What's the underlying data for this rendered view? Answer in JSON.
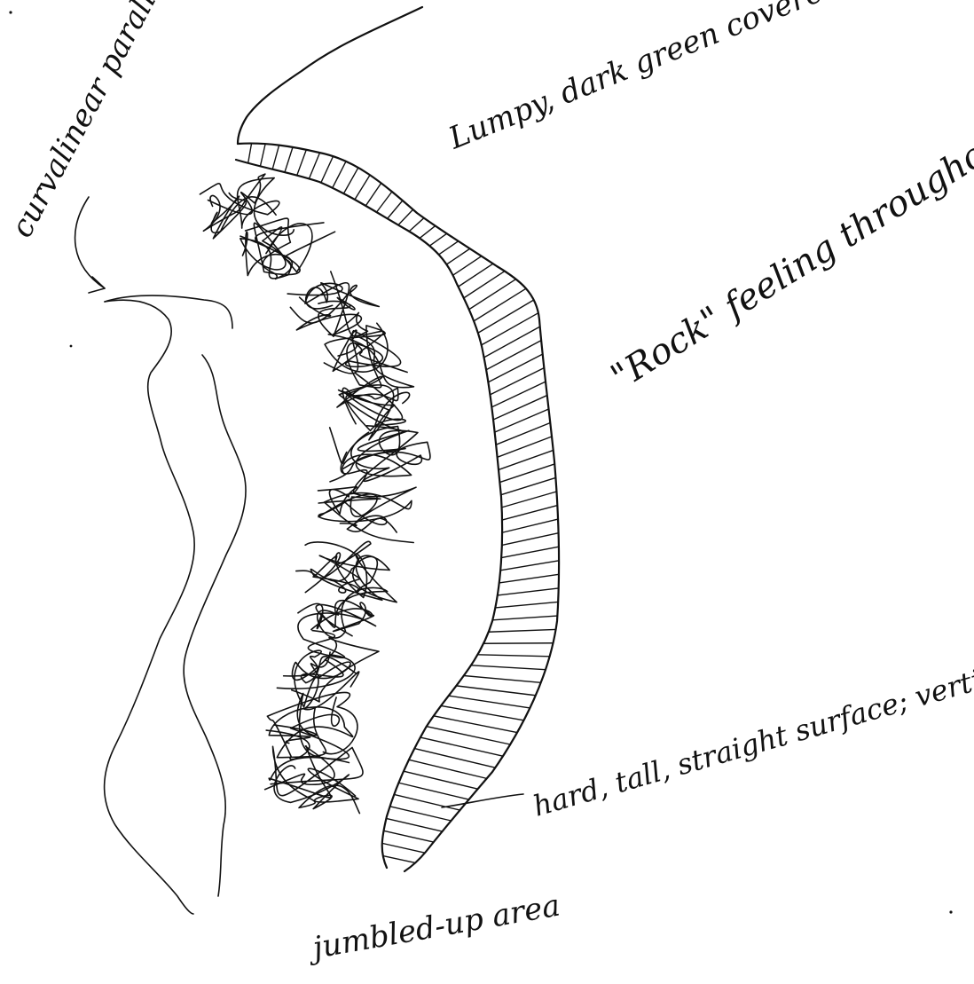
{
  "annotations": {
    "curvilinear": "curvalinear parallel lines",
    "lumpy": "Lumpy, dark green covered",
    "rock": "\"Rock\" feeling throughout scene.",
    "hard": "hard, tall, straight surface; vertical",
    "jumbled": "jumbled-up area"
  }
}
